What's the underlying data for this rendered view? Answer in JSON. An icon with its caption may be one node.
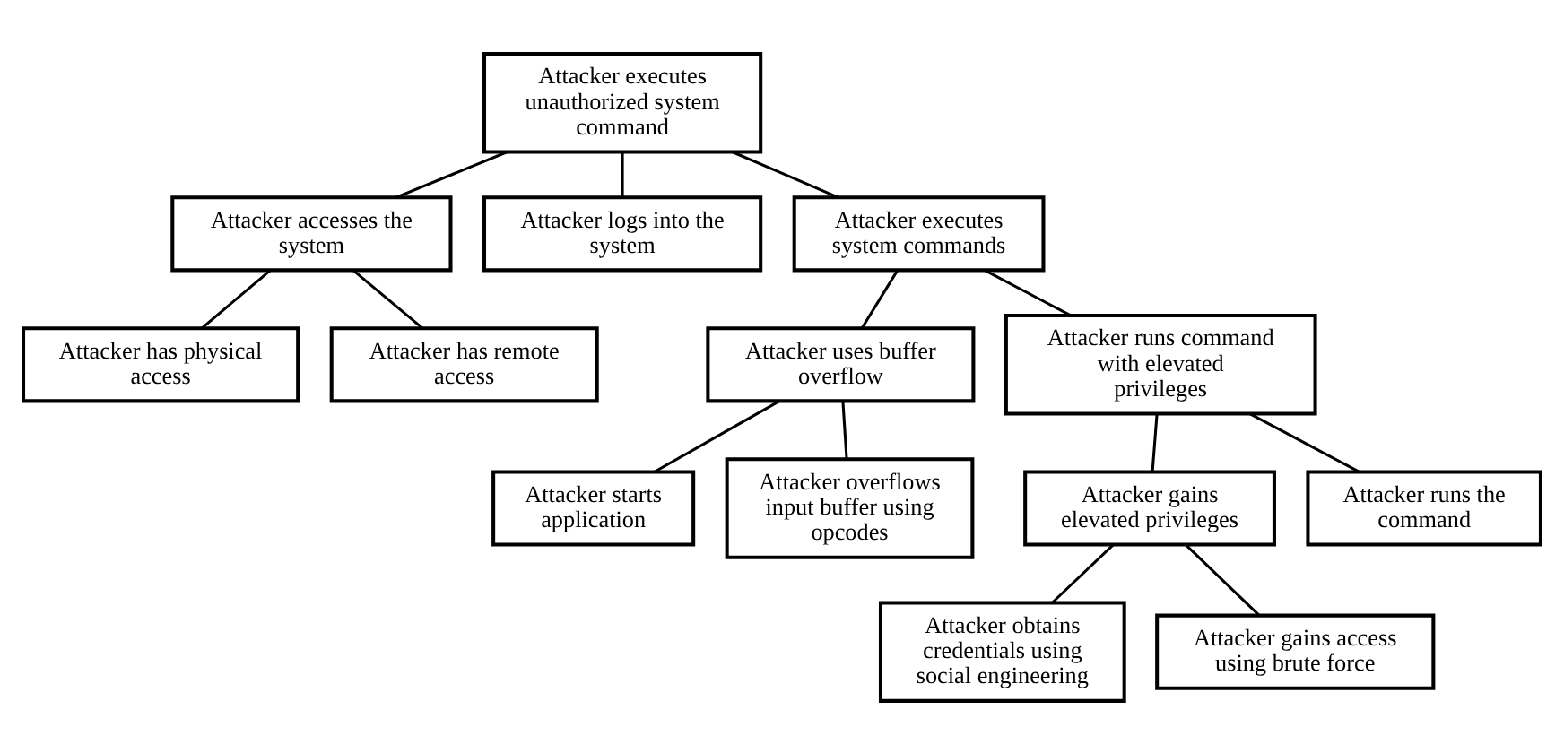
{
  "diagram": {
    "nodes": [
      {
        "text": [
          "Attacker executes unauthorized system command"
        ]
      },
      {
        "text": [
          "Attacker accesses the system"
        ]
      },
      {
        "text": [
          "Attacker logs into the system"
        ]
      },
      {
        "text": [
          "Attacker executes system commands"
        ]
      },
      {
        "text": [
          "Attacker has physical access"
        ]
      },
      {
        "text": [
          "Attacker has remote access"
        ]
      },
      {
        "text": [
          "Attacker uses buffer overflow"
        ]
      },
      {
        "text": [
          "Attacker runs command with elevated privileges"
        ]
      },
      {
        "text": [
          "Attacker starts application"
        ]
      },
      {
        "text": [
          "Attacker overflows input buffer using opcodes"
        ]
      },
      {
        "text": [
          "Attacker gains elevated privileges"
        ]
      },
      {
        "text": [
          "Attacker runs the command"
        ]
      },
      {
        "text": [
          "Attacker obtains credentials using social engineering"
        ]
      },
      {
        "text": [
          "Attacker gains access using brute force"
        ]
      }
    ],
    "edges": [
      {
        "from": 0,
        "to": 1,
        "arrow": "none"
      },
      {
        "from": 0,
        "to": 2,
        "arrow": "none"
      },
      {
        "from": 0,
        "to": 3,
        "arrow": "none"
      },
      {
        "from": 1,
        "to": 4,
        "arrow": "none"
      },
      {
        "from": 1,
        "to": 5,
        "arrow": "none"
      },
      {
        "from": 3,
        "to": 6,
        "arrow": "none"
      },
      {
        "from": 3,
        "to": 7,
        "arrow": "none"
      },
      {
        "from": 6,
        "to": 8,
        "arrow": "none"
      },
      {
        "from": 6,
        "to": 9,
        "arrow": "none"
      },
      {
        "from": 7,
        "to": 10,
        "arrow": "none"
      },
      {
        "from": 7,
        "to": 11,
        "arrow": "none"
      },
      {
        "from": 10,
        "to": 12,
        "arrow": "none"
      },
      {
        "from": 10,
        "to": 13,
        "arrow": "none"
      }
    ]
  }
}
